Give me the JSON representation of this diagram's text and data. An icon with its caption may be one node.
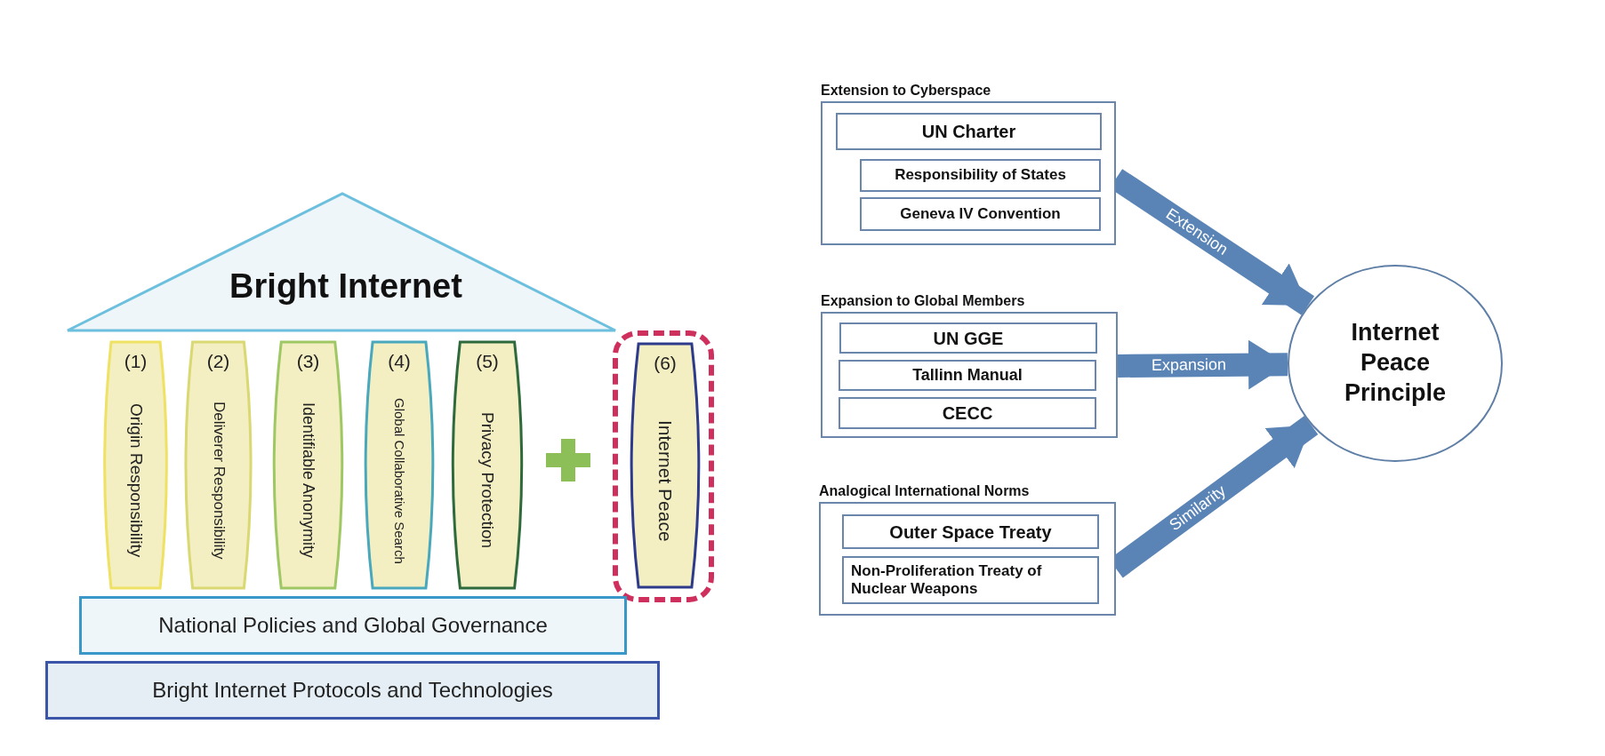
{
  "diagram": {
    "nodes": [
      {
        "text": [
          "Bright Internet"
        ]
      },
      {
        "text": [
          "(1)",
          "Origin Responsibility"
        ]
      },
      {
        "text": [
          "(2)",
          "Deliverer Responsibility"
        ]
      },
      {
        "text": [
          "(3)",
          "Identifiable Anonymity"
        ]
      },
      {
        "text": [
          "(4)",
          "Global Collaborative Search"
        ]
      },
      {
        "text": [
          "(5)",
          "Privacy Protection"
        ]
      },
      {
        "text": [
          "(6)",
          "Internet Peace"
        ]
      },
      {
        "text": [
          "National Policies and Global Governance"
        ]
      },
      {
        "text": [
          "Bright Internet Protocols and Technologies"
        ]
      },
      {
        "text": [
          "Extension to Cyberspace"
        ]
      },
      {
        "text": [
          "UN Charter"
        ],
        "in": 9
      },
      {
        "text": [
          "Responsibility of States"
        ],
        "in": 9
      },
      {
        "text": [
          "Geneva IV Convention"
        ],
        "in": 9
      },
      {
        "text": [
          "Expansion to Global Members"
        ]
      },
      {
        "text": [
          "UN GGE"
        ],
        "in": 13
      },
      {
        "text": [
          "Tallinn Manual"
        ],
        "in": 13
      },
      {
        "text": [
          "CECC"
        ],
        "in": 13
      },
      {
        "text": [
          "Analogical International Norms"
        ]
      },
      {
        "text": [
          "Outer Space Treaty"
        ],
        "in": 17
      },
      {
        "text": [
          "Non-Proliferation Treaty of Nuclear Weapons"
        ],
        "in": 17
      },
      {
        "text": [
          "Internet Peace Principle"
        ]
      }
    ],
    "edges": [
      {
        "from": 9,
        "to": 20,
        "arrow": "to",
        "label": "Extension"
      },
      {
        "from": 13,
        "to": 20,
        "arrow": "to",
        "label": "Expansion"
      },
      {
        "from": 17,
        "to": 20,
        "arrow": "to",
        "label": "Similarity"
      }
    ]
  }
}
